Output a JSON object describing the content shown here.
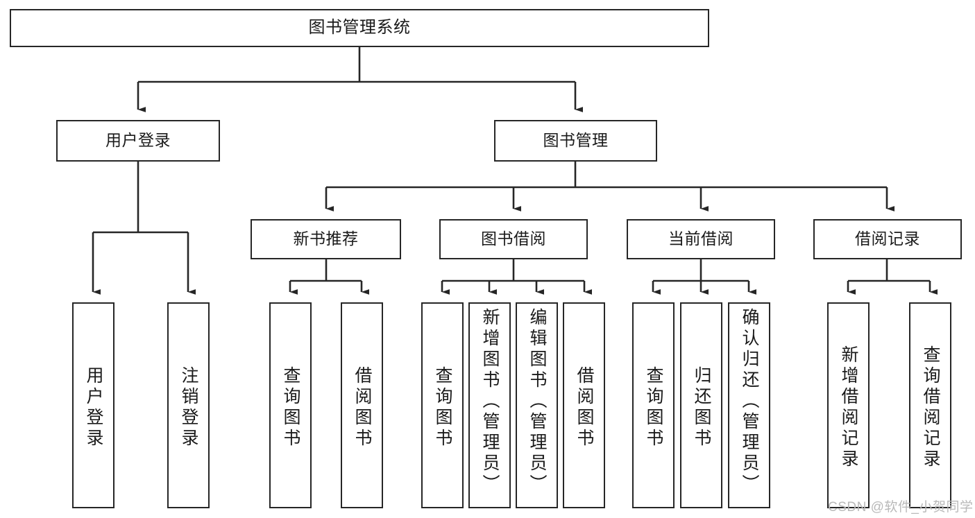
{
  "diagram": {
    "title": "图书管理系统",
    "type": "tree-hierarchy",
    "levels": {
      "root": "图书管理系统",
      "level2": [
        "用户登录",
        "图书管理"
      ],
      "level3": [
        "新书推荐",
        "图书借阅",
        "当前借阅",
        "借阅记录"
      ]
    },
    "nodes": {
      "root": {
        "label": "图书管理系统"
      },
      "user_login": {
        "label": "用户登录"
      },
      "book_manage": {
        "label": "图书管理"
      },
      "new_book_rec": {
        "label": "新书推荐"
      },
      "book_borrow": {
        "label": "图书借阅"
      },
      "current_borrow": {
        "label": "当前借阅"
      },
      "borrow_record": {
        "label": "借阅记录"
      },
      "leaf_user_login": {
        "label": "用户登录"
      },
      "leaf_logout": {
        "label": "注销登录"
      },
      "leaf_query_book_1": {
        "label": "查询图书"
      },
      "leaf_borrow_book_1": {
        "label": "借阅图书"
      },
      "leaf_query_book_2": {
        "label": "查询图书"
      },
      "leaf_add_book": {
        "label": "新增图书（管理员）"
      },
      "leaf_edit_book": {
        "label": "编辑图书（管理员）"
      },
      "leaf_borrow_book_2": {
        "label": "借阅图书"
      },
      "leaf_query_book_3": {
        "label": "查询图书"
      },
      "leaf_return_book": {
        "label": "归还图书"
      },
      "leaf_confirm_return": {
        "label": "确认归还（管理员）"
      },
      "leaf_add_record": {
        "label": "新增借阅记录"
      },
      "leaf_query_record": {
        "label": "查询借阅记录"
      }
    }
  },
  "watermark": {
    "text": "CSDN @软件_小贺同学"
  },
  "colors": {
    "border": "#262626",
    "text": "#1a1a1a",
    "background": "#ffffff",
    "watermark": "#b9b9b9"
  }
}
